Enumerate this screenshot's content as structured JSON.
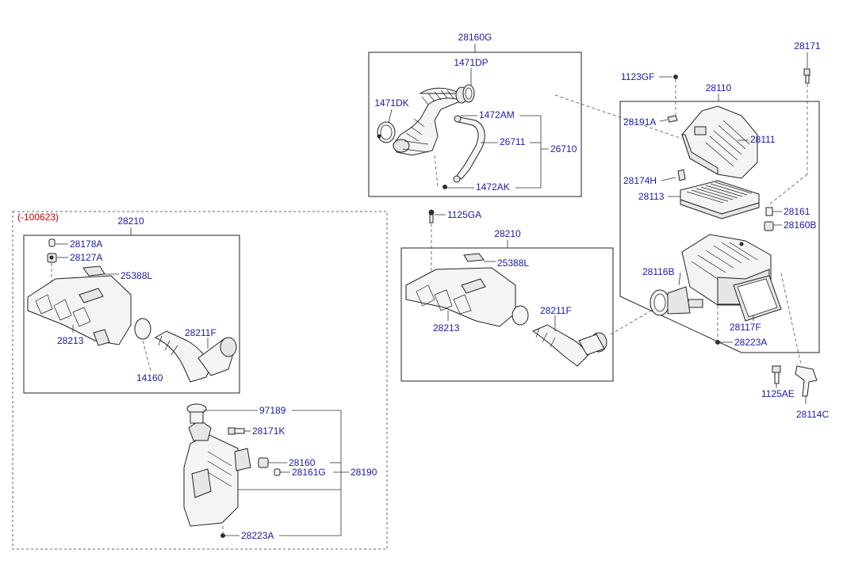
{
  "revision_note": "(-100623)",
  "labels": {
    "l28160G": "28160G",
    "l1471DP": "1471DP",
    "l1471DK": "1471DK",
    "l1472AM": "1472AM",
    "l26711": "26711",
    "l26710": "26710",
    "l1472AK": "1472AK",
    "l28171": "28171",
    "l1123GF": "1123GF",
    "l28110": "28110",
    "l28191A": "28191A",
    "l28111": "28111",
    "l28174H": "28174H",
    "l28113": "28113",
    "l28161": "28161",
    "l28160B": "28160B",
    "l28116B": "28116B",
    "l28117F": "28117F",
    "l28223A_r": "28223A",
    "l1125AE": "1125AE",
    "l28114C": "28114C",
    "l1125GA": "1125GA",
    "l28210_m": "28210",
    "l25388L_m": "25388L",
    "l28213_m": "28213",
    "l28211F_m": "28211F",
    "l28210_l": "28210",
    "l28178A": "28178A",
    "l28127A": "28127A",
    "l25388L_l": "25388L",
    "l28211F_l": "28211F",
    "l28213_l": "28213",
    "l14160": "14160",
    "l97189": "97189",
    "l28171K": "28171K",
    "l28160": "28160",
    "l28161G": "28161G",
    "l28190": "28190",
    "l28223A_l": "28223A"
  }
}
